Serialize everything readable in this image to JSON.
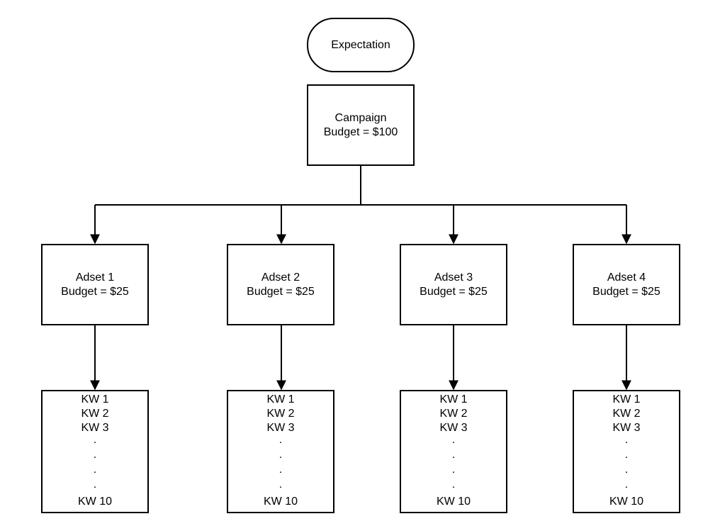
{
  "diagram": {
    "start": {
      "label": "Expectation"
    },
    "campaign": {
      "title": "Campaign",
      "budget": "Budget = $100"
    },
    "adsets": [
      {
        "title": "Adset 1",
        "budget": "Budget = $25"
      },
      {
        "title": "Adset 2",
        "budget": "Budget = $25"
      },
      {
        "title": "Adset 3",
        "budget": "Budget = $25"
      },
      {
        "title": "Adset 4",
        "budget": "Budget = $25"
      }
    ],
    "keyword_lists": [
      {
        "items": [
          "KW 1",
          "KW 2",
          "KW 3",
          ".",
          ".",
          ".",
          ".",
          "KW 10"
        ]
      },
      {
        "items": [
          "KW 1",
          "KW 2",
          "KW 3",
          ".",
          ".",
          ".",
          ".",
          "KW 10"
        ]
      },
      {
        "items": [
          "KW 1",
          "KW 2",
          "KW 3",
          ".",
          ".",
          ".",
          ".",
          "KW 10"
        ]
      },
      {
        "items": [
          "KW 1",
          "KW 2",
          "KW 3",
          ".",
          ".",
          ".",
          ".",
          "KW 10"
        ]
      }
    ]
  }
}
